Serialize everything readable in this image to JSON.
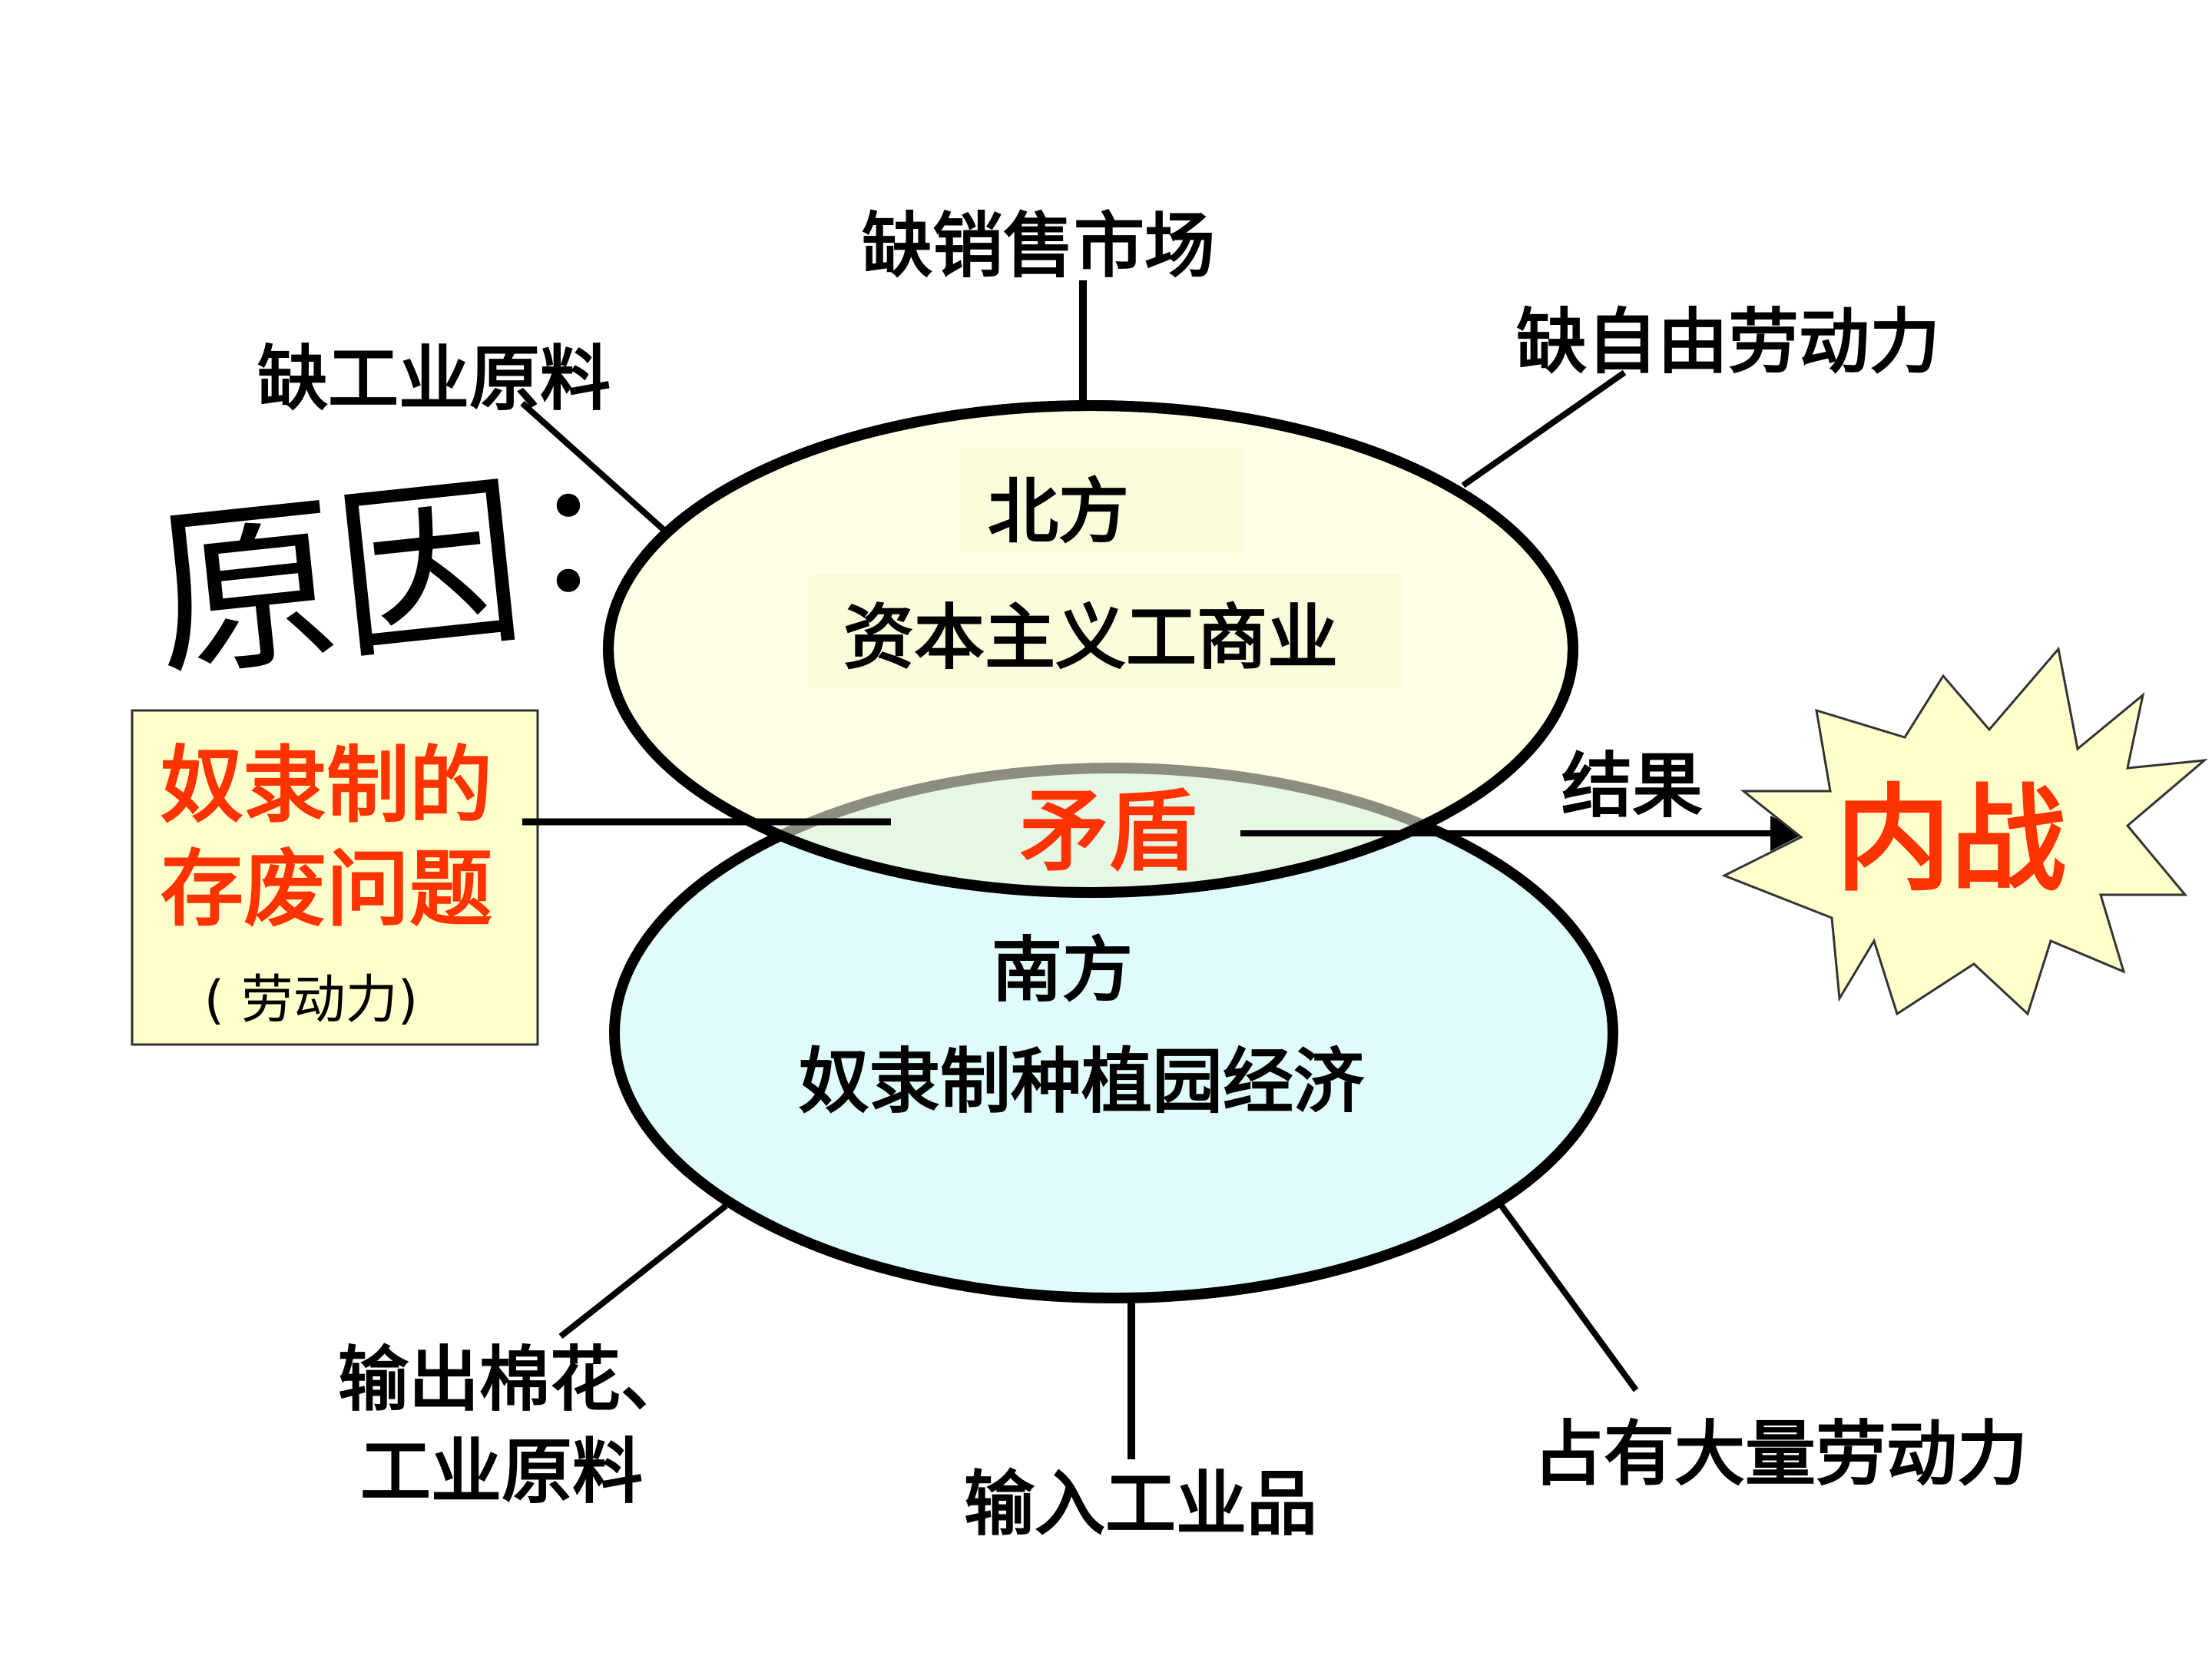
{
  "title": "原因",
  "title_colon": "：",
  "north": {
    "heading": "北方",
    "economy": "资本主义工商业"
  },
  "south": {
    "heading": "南方",
    "economy": "奴隶制种植园经济"
  },
  "conflict": "矛盾",
  "issue_box": {
    "line1": "奴隶制的",
    "line2": "存废问题",
    "note": "( 劳动力)"
  },
  "result_label": "结果",
  "result": "内战",
  "north_branches": {
    "top": "缺销售市场",
    "left": "缺工业原料",
    "right": "缺自由劳动力"
  },
  "south_branches": {
    "left_line1": "输出棉花、",
    "left_line2": "工业原料",
    "bottom": "输入工业品",
    "right": "占有大量劳动力"
  },
  "colors": {
    "north_fill": "#ffffe6",
    "south_fill": "#e0fbfb",
    "overlap_fill": "#e6f7e6",
    "issue_box_fill": "#ffffcc",
    "burst_fill": "#ffffcc",
    "accent_red": "#ff3300"
  }
}
